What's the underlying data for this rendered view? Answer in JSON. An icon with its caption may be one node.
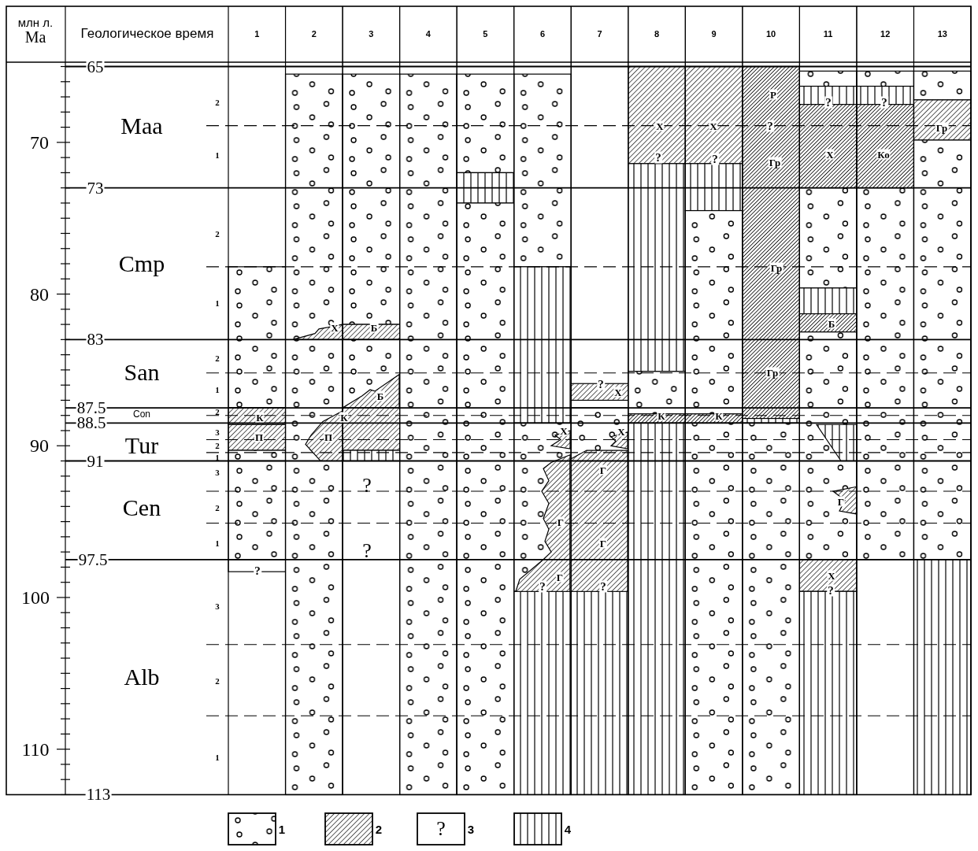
{
  "diagram": {
    "labels": [
      "млн л.",
      "Ma",
      "Геологическое время",
      "1",
      "2",
      "3",
      "4",
      "5",
      "6",
      "7",
      "8",
      "9",
      "10",
      "11",
      "12",
      "13",
      "65",
      "Р",
      "2",
      "?",
      "?",
      "Maa",
      "Х",
      "Х",
      "?",
      "Гр",
      "70",
      "1",
      "?",
      "?",
      "Гр",
      "Х",
      "Ко",
      "73",
      "2",
      "Cmp",
      "Гр",
      "80",
      "1",
      "Х",
      "Б",
      "Б",
      "83",
      "2",
      "San",
      "Гр",
      "1",
      "Б",
      "?",
      "Х",
      "87.5",
      "Con",
      "2",
      "К",
      "К",
      "К",
      "К",
      "88.5",
      "3",
      "П",
      "П",
      "Х",
      "Х",
      "90",
      "Tur",
      "2",
      "1",
      "91",
      "3",
      "Г",
      "?",
      "Cen",
      "2",
      "Г",
      "Г",
      "1",
      "?",
      "Г",
      "97.5",
      "?",
      "Г",
      "Х",
      "?",
      "?",
      "?",
      "100",
      "3",
      "Alb",
      "2",
      "110",
      "1",
      "113",
      "?"
    ],
    "legend": [
      {
        "text": "1"
      },
      {
        "text": "2"
      },
      {
        "text": "3"
      },
      {
        "text": "4"
      }
    ]
  }
}
